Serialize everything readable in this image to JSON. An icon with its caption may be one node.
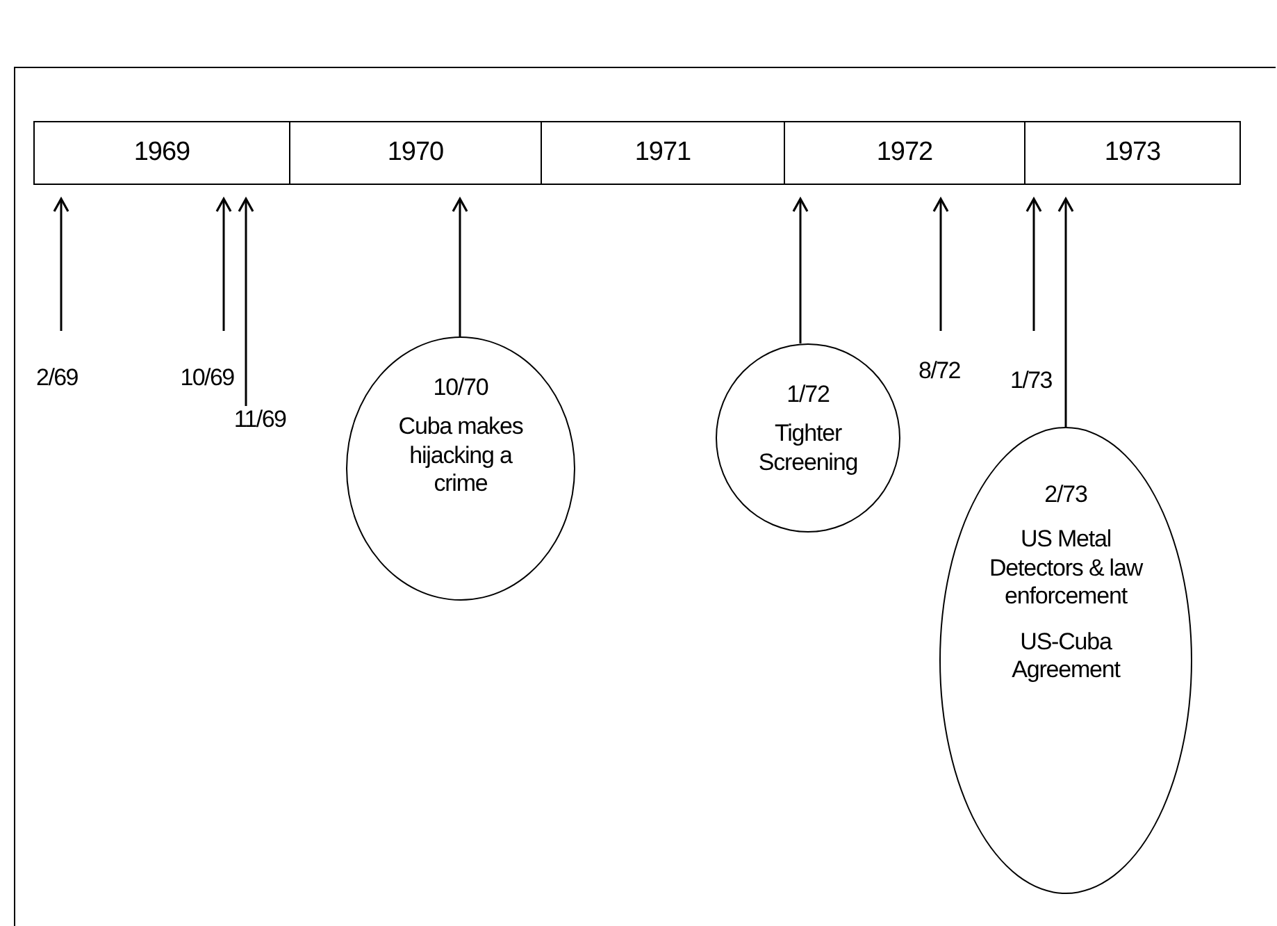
{
  "diagram": {
    "nodes": [
      {
        "text": [
          "1969"
        ]
      },
      {
        "text": [
          "1970"
        ]
      },
      {
        "text": [
          "1971"
        ]
      },
      {
        "text": [
          "1972"
        ]
      },
      {
        "text": [
          "1973"
        ]
      },
      {
        "text": [
          "2/69"
        ]
      },
      {
        "text": [
          "10/69"
        ]
      },
      {
        "text": [
          "11/69"
        ]
      },
      {
        "text": [
          "10/70",
          "Cuba makes hijacking a crime"
        ]
      },
      {
        "text": [
          "1/72",
          "Tighter Screening"
        ]
      },
      {
        "text": [
          "8/72"
        ]
      },
      {
        "text": [
          "1/73"
        ]
      },
      {
        "text": [
          "2/73",
          "US Metal Detectors & law enforcement",
          "US-Cuba Agreement"
        ]
      }
    ],
    "edges": [
      {
        "from": 5,
        "to": 0,
        "arrow": "to"
      },
      {
        "from": 6,
        "to": 0,
        "arrow": "to"
      },
      {
        "from": 7,
        "to": 0,
        "arrow": "to"
      },
      {
        "from": 8,
        "to": 1,
        "arrow": "to"
      },
      {
        "from": 9,
        "to": 3,
        "arrow": "to"
      },
      {
        "from": 10,
        "to": 3,
        "arrow": "to"
      },
      {
        "from": 11,
        "to": 4,
        "arrow": "to"
      },
      {
        "from": 12,
        "to": 4,
        "arrow": "to"
      }
    ]
  }
}
